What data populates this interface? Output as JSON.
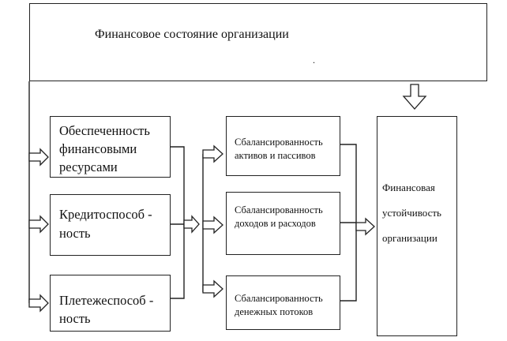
{
  "top": {
    "title": "Финансовое состояние организации",
    "dot": "."
  },
  "left_boxes": [
    {
      "lines": [
        "Обеспеченность",
        "финансовыми",
        "ресурсами"
      ]
    },
    {
      "lines": [
        "Кредитоспособ -",
        "ность"
      ]
    },
    {
      "lines": [
        "Плетежеспособ -",
        "ность"
      ]
    }
  ],
  "middle_boxes": [
    {
      "lines": [
        "Сбалансированность",
        "активов и пассивов"
      ]
    },
    {
      "lines": [
        "Сбалансированность",
        "доходов и расходов"
      ]
    },
    {
      "lines": [
        "Сбалансированность",
        "денежных потоков"
      ]
    }
  ],
  "final_box": {
    "lines": [
      "Финансовая",
      "устойчивость",
      "организации"
    ]
  },
  "colors": {
    "line": "#222222",
    "background": "#ffffff"
  }
}
